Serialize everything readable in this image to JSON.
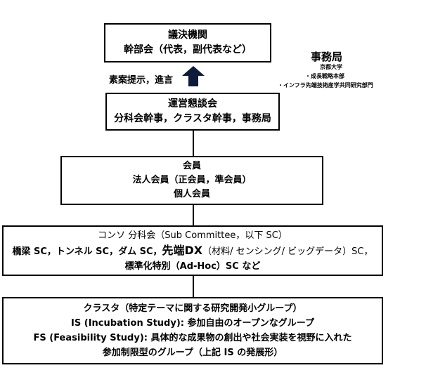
{
  "giketsu": {
    "title": "議決機関",
    "sub": "幹部会（代表，副代表など）"
  },
  "arrow_label": "素案提示，進言",
  "jimukyoku": {
    "title": "事務局",
    "items": [
      "京都大学",
      "・成長戦略本部",
      "・インフラ先端技術産学共同研究部門"
    ]
  },
  "unei": {
    "title": "運営懇談会",
    "sub": "分科会幹事，クラスタ幹事，事務局"
  },
  "kaiin": {
    "title": "会員",
    "line1": "法人会員（正会員，準会員）",
    "line2": "個人会員"
  },
  "consortium": {
    "line1": "コンソ 分科会（Sub Committee，以下 SC）",
    "line2a": "橋梁 SC，トンネル SC，ダム SC，",
    "line2b": "先端DX",
    "line2c": "（材料/ センシング/ ビッグデータ）SC，",
    "line3": "標準化特別（Ad-Hoc）SC など"
  },
  "cluster": {
    "line1": "クラスタ（特定テーマに関する研究開発小グループ）",
    "line2": "IS (Incubation Study): 参加自由のオープンなグループ",
    "line3": "FS (Feasibility Study): 具体的な成果物の創出や社会実装を視野に入れた",
    "line4": "参加制限型のグループ（上記 IS の発展形）"
  }
}
